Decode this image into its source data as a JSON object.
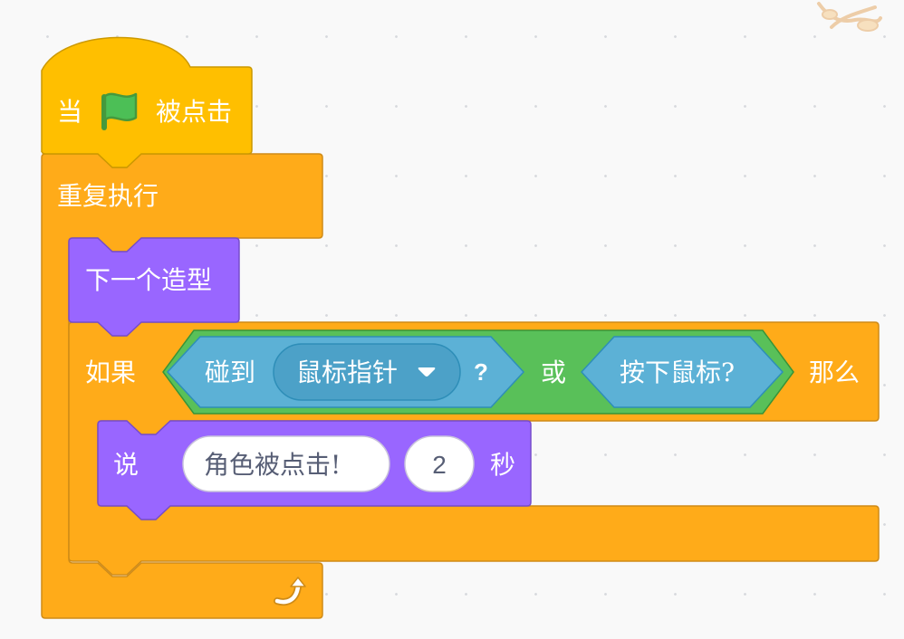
{
  "palette": {
    "events": "#ffbf00",
    "control": "#ffab19",
    "looks": "#9966ff",
    "sensing": "#5cb1d6",
    "operators": "#59c059",
    "flag": "#4cbf56"
  },
  "script": {
    "hat": {
      "before": "当",
      "icon": "green-flag-icon",
      "after": "被点击"
    },
    "forever": {
      "label": "重复执行",
      "loop_icon": "loop-arrow-icon"
    },
    "next_costume": {
      "label": "下一个造型"
    },
    "if_block": {
      "if_label": "如果",
      "then_label": "那么",
      "condition": {
        "or_label": "或",
        "touching": {
          "label": "碰到",
          "menu_value": "鼠标指针",
          "question": "?"
        },
        "mouse_down": {
          "label": "按下鼠标?"
        }
      }
    },
    "say": {
      "label": "说",
      "message": "角色被点击!",
      "seconds": "2",
      "unit": "秒"
    }
  },
  "corner_sprite": {
    "icon": "sprite-icon"
  }
}
